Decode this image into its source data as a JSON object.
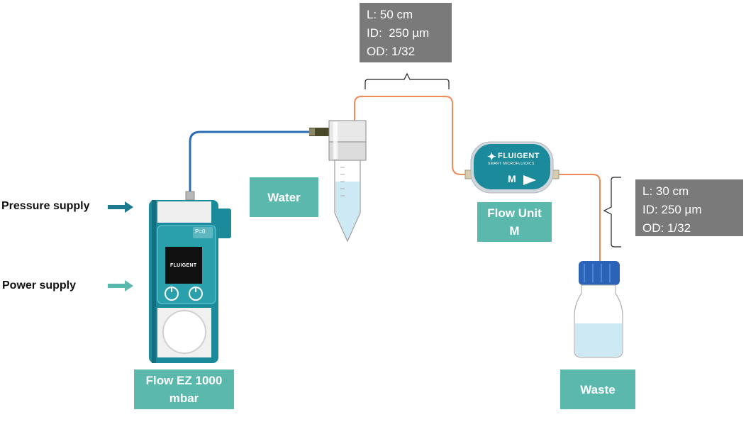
{
  "tube1": {
    "specs": [
      "L: 50 cm",
      "ID:  250 µm",
      "OD: 1/32"
    ]
  },
  "tube2": {
    "specs": [
      "L: 30 cm",
      "ID: 250 µm",
      "OD: 1/32"
    ]
  },
  "labels": {
    "water": "Water",
    "flow_unit": [
      "Flow Unit",
      "M"
    ],
    "flow_ez": [
      "Flow EZ 1000",
      "mbar"
    ],
    "waste": "Waste",
    "pressure_supply": "Pressure supply",
    "power_supply": "Power supply"
  },
  "device_text": {
    "brand": "FLUIGENT",
    "tagline": "SMART MICROFLUIDICS",
    "flow_unit_size": "M",
    "pressure_indicator": "P=0"
  },
  "colors": {
    "device_teal": "#1b8a9a",
    "label_teal": "#5bb8ad",
    "spec_gray": "#7a7a7a",
    "tubing_blue": "#2a6db5",
    "tubing_orange": "#f08a5d",
    "water_blue": "#cde9f3",
    "cap_blue": "#2b63b8"
  }
}
